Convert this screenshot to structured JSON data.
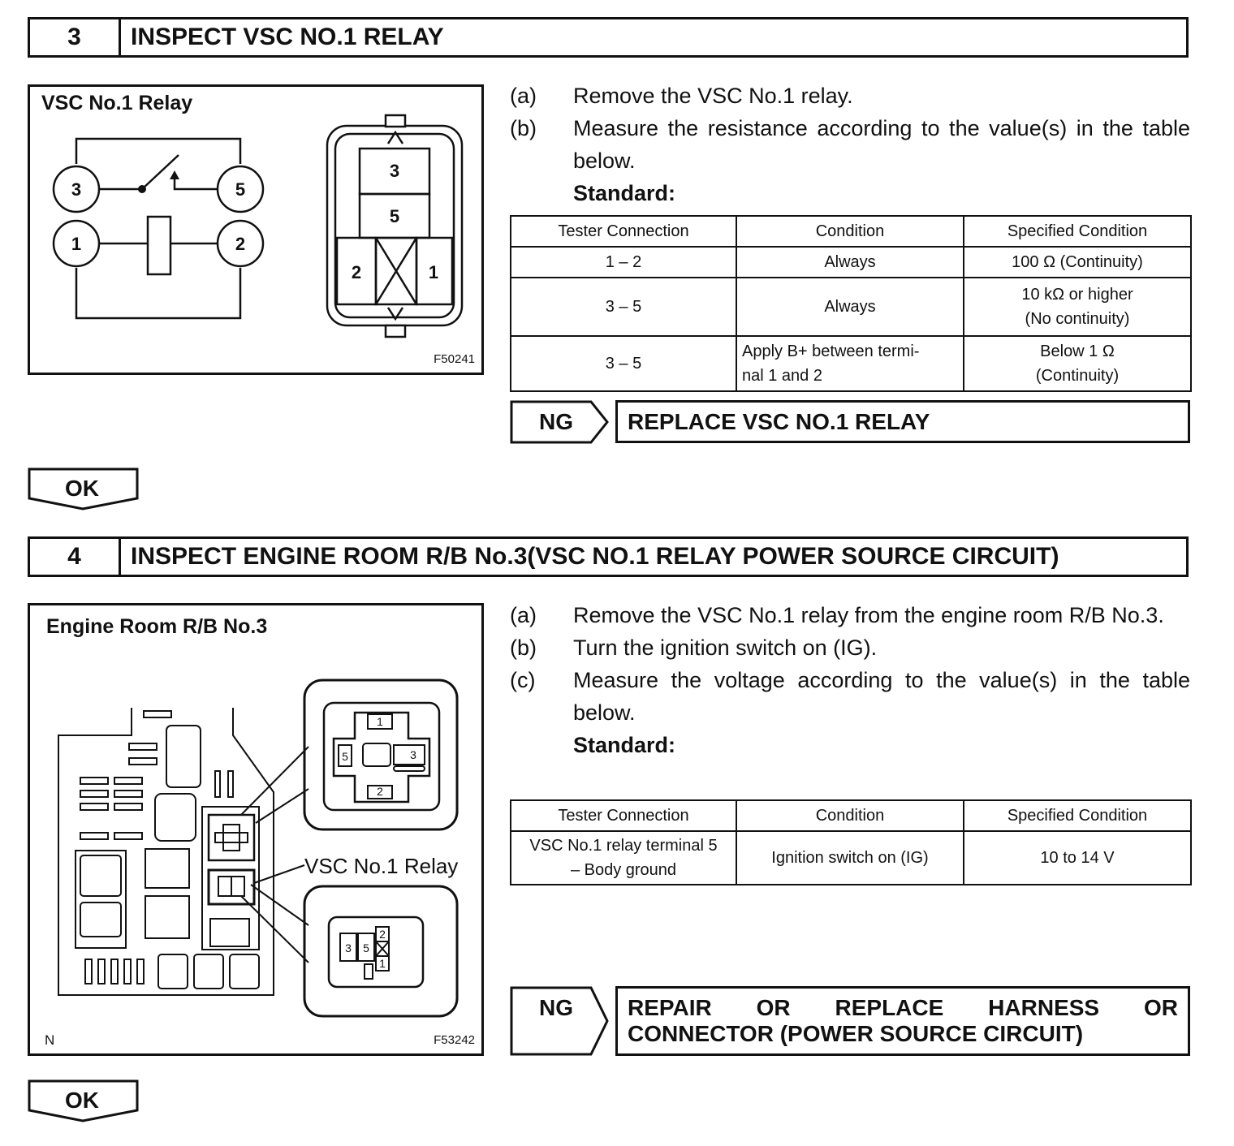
{
  "step3": {
    "number": "3",
    "title": "INSPECT VSC NO.1 RELAY",
    "figure": {
      "title": "VSC No.1 Relay",
      "code": "F50241",
      "circuit_terminals": [
        "3",
        "5",
        "1",
        "2"
      ],
      "relay_terminals": [
        "3",
        "5",
        "2",
        "1"
      ]
    },
    "instructions": [
      {
        "label": "(a)",
        "text": "Remove the VSC No.1 relay."
      },
      {
        "label": "(b)",
        "text": "Measure the resistance according to the value(s) in the table below."
      }
    ],
    "standard_label": "Standard:",
    "table": {
      "headers": [
        "Tester Connection",
        "Condition",
        "Specified Condition"
      ],
      "rows": [
        [
          "1 – 2",
          "Always",
          "100 Ω (Continuity)"
        ],
        [
          "3 – 5",
          "Always",
          "10 kΩ or higher",
          "(No continuity)"
        ],
        [
          "3 – 5",
          "Apply B+ between termi-",
          "nal 1 and 2",
          "Below 1 Ω",
          "(Continuity)"
        ]
      ]
    },
    "ng_label": "NG",
    "ng_result": "REPLACE VSC NO.1 RELAY",
    "ok_label": "OK"
  },
  "step4": {
    "number": "4",
    "title": "INSPECT ENGINE ROOM R/B No.3(VSC NO.1 RELAY POWER SOURCE CIRCUIT)",
    "figure": {
      "title": "Engine Room R/B No.3",
      "callout": "VSC No.1 Relay",
      "corner_mark": "N",
      "code": "F53242",
      "top_inset_terminals": [
        "1",
        "5",
        "3",
        "2"
      ],
      "bottom_inset_terminals": [
        "3",
        "5",
        "2",
        "1"
      ]
    },
    "instructions": [
      {
        "label": "(a)",
        "text": "Remove the VSC No.1 relay from the engine room R/B No.3."
      },
      {
        "label": "(b)",
        "text": "Turn the ignition switch on (IG)."
      },
      {
        "label": "(c)",
        "text": "Measure the voltage according to the value(s) in the table below."
      }
    ],
    "standard_label": "Standard:",
    "table": {
      "headers": [
        "Tester Connection",
        "Condition",
        "Specified Condition"
      ],
      "rows": [
        [
          "VSC No.1 relay terminal 5",
          "– Body ground",
          "Ignition switch on (IG)",
          "10 to 14 V"
        ]
      ]
    },
    "ng_label": "NG",
    "ng_result": [
      "REPAIR OR REPLACE HARNESS OR",
      "CONNECTOR (POWER SOURCE CIRCUIT)"
    ],
    "ok_label": "OK"
  }
}
